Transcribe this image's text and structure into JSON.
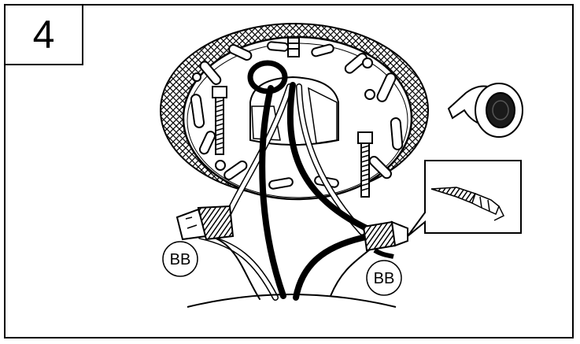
{
  "step": {
    "number": "4"
  },
  "labels": {
    "connector_left": "BB",
    "connector_right": "BB"
  },
  "colors": {
    "ink": "#000000",
    "paper": "#ffffff",
    "wire_black": "#1a1a1a"
  }
}
